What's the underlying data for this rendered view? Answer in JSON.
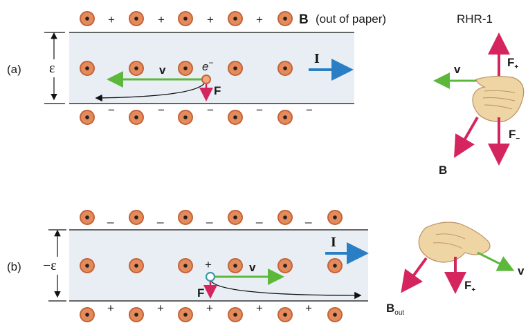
{
  "colors": {
    "strip": "#e8eef4",
    "dot_fill": "#e58a5a",
    "dot_edge": "#c2633a",
    "velocity": "#5cb83a",
    "force": "#d5255e",
    "current": "#2a7fc4",
    "skin": "#efd4a4"
  },
  "top_label": {
    "symbol": "B",
    "text": "(out of paper)"
  },
  "rhr_title": "RHR-1",
  "panel_a": {
    "label": "(a)",
    "emf": "ε",
    "signs_top": "+",
    "signs_bottom": "−",
    "charge": "e",
    "charge_sup": "−",
    "velocity": "v",
    "force": "F",
    "current": "I"
  },
  "panel_b": {
    "label": "(b)",
    "emf": "−ε",
    "signs_top": "_",
    "signs_bottom": "+",
    "charge": "+",
    "velocity": "v",
    "force": "F",
    "current": "I"
  },
  "hand_a": {
    "v": "v",
    "f_plus": "F",
    "f_plus_sub": "+",
    "f_minus": "F",
    "f_minus_sub": "−",
    "b": "B"
  },
  "hand_b": {
    "v": "v",
    "f_plus": "F",
    "f_plus_sub": "+",
    "b": "B",
    "b_sub": "out"
  }
}
